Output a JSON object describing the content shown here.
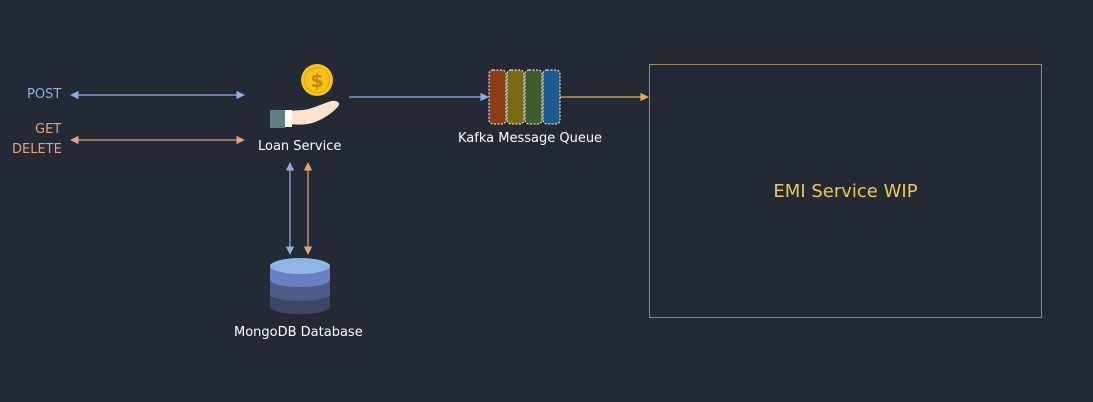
{
  "labels": {
    "post": "POST",
    "get": "GET",
    "delete": "DELETE",
    "loan_service": "Loan Service",
    "kafka_queue": "Kafka Message Queue",
    "mongodb": "MongoDB Database",
    "emi_service": "EMI Service WIP"
  },
  "icons": {
    "loan_service": "hand-coin-icon",
    "kafka_queue": "message-queue-icon",
    "mongodb": "database-icon"
  },
  "colors": {
    "background": "#232935",
    "post_arrow": "#8ab0e8",
    "get_delete_arrow": "#eaa27c",
    "queue_arrow": "#e8b04a",
    "emi_border": "#9b8a5c",
    "emi_text": "#f1c84b"
  }
}
